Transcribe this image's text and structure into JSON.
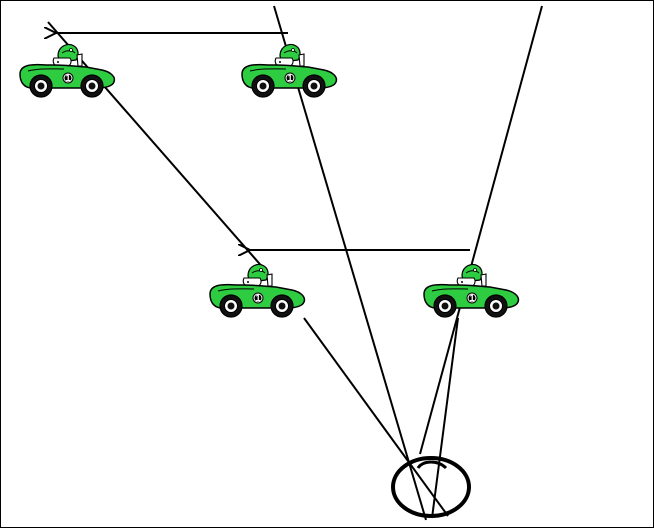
{
  "diagram": {
    "cars": [
      {
        "name": "car-top-left",
        "number": "1",
        "body_color": "#2ecc40"
      },
      {
        "name": "car-top-middle",
        "number": "1",
        "body_color": "#2ecc40"
      },
      {
        "name": "car-middle-left",
        "number": "1",
        "body_color": "#2ecc40"
      },
      {
        "name": "car-middle-right",
        "number": "1",
        "body_color": "#2ecc40"
      }
    ],
    "colors": {
      "line": "#000000",
      "car_body": "#2ecc40",
      "car_outline": "#000000",
      "wheel": "#111111",
      "hub": "#ffffff",
      "helmet": "#2ecc40",
      "face": "#ffffff",
      "frame": "#000000"
    }
  }
}
